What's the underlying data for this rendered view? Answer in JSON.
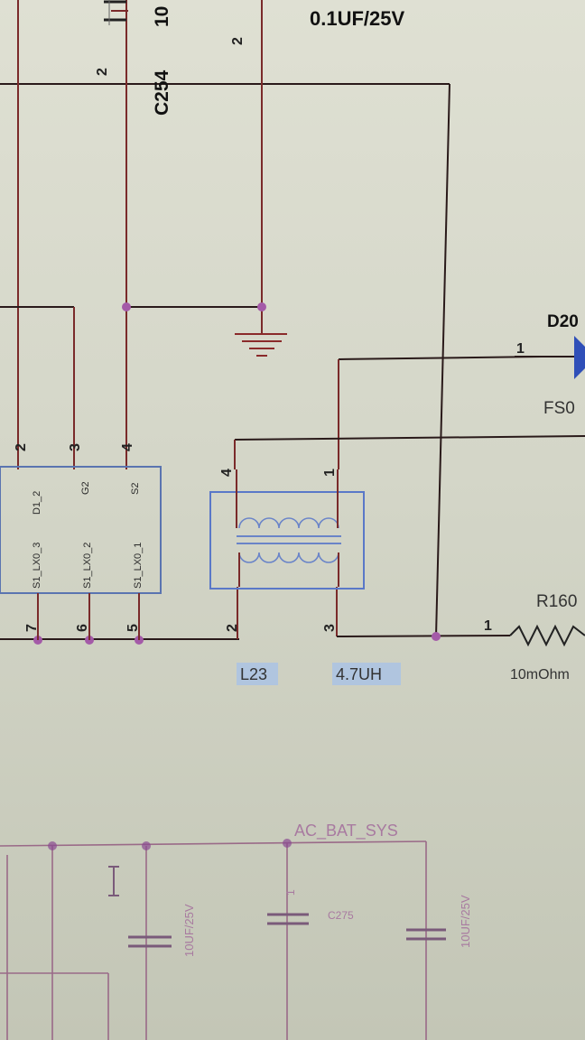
{
  "components": {
    "cap_value_top": "0.1UF/25V",
    "cap_ref_top": "C254",
    "cap_value_partial": "10",
    "cap_pin_left": "2",
    "cap_pin_right": "2",
    "diode_ref": "D20",
    "diode_value": "FS0",
    "diode_pin": "1",
    "inductor_ref": "L23",
    "inductor_value": "4.7UH",
    "inductor_pins": [
      "4",
      "1",
      "2",
      "3"
    ],
    "resistor_ref": "R160",
    "resistor_value": "10mOhm",
    "resistor_pin": "1",
    "net_bottom": "AC_BAT_SYS",
    "cap_bottom_ref": "C275",
    "cap_bottom_pin": "1",
    "cap_bottom_value_left": "10UF/25V",
    "cap_bottom_value_right": "10UF/25V"
  },
  "ic": {
    "top_pins": [
      "2",
      "3",
      "4"
    ],
    "bottom_pins": [
      "7",
      "6",
      "5"
    ],
    "labels": [
      "S1_LX0_3",
      "D1_2",
      "G2",
      "S1_LX0_2",
      "S2",
      "S1_LX0_1"
    ]
  }
}
